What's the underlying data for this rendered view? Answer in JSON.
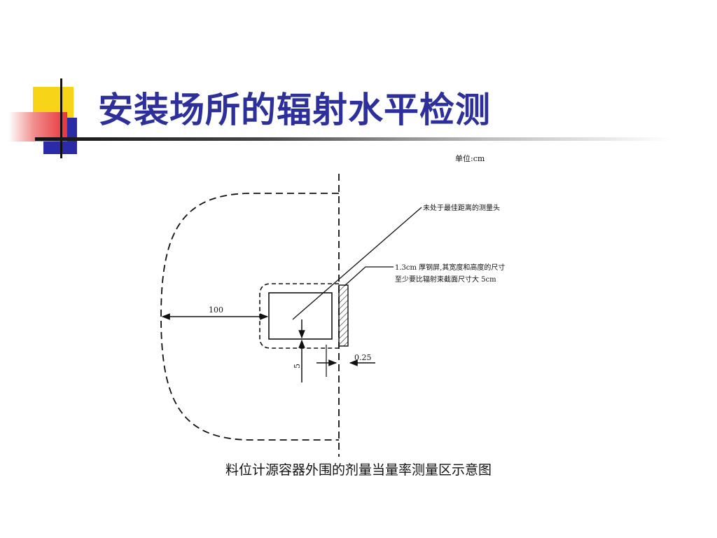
{
  "slide": {
    "title": "安装场所的辐射水平检测",
    "caption": "料位计源容器外围的剂量当量率测量区示意图"
  },
  "diagram": {
    "unit_label": "单位:cm",
    "probe_label": "未处于最佳距离的测量头",
    "shield_label_line1": "1.3cm 厚钢屏,其宽度和高度的尺寸",
    "shield_label_line2": "至少要比辐射束截面尺寸大 5cm",
    "dim_100": "100",
    "dim_5": "5",
    "dim_025": "0.25"
  },
  "colors": {
    "title": "#2d2f9b",
    "deco_yellow": "#f7d417",
    "deco_blue": "#2b2ba8",
    "deco_red": "#e8343a"
  }
}
